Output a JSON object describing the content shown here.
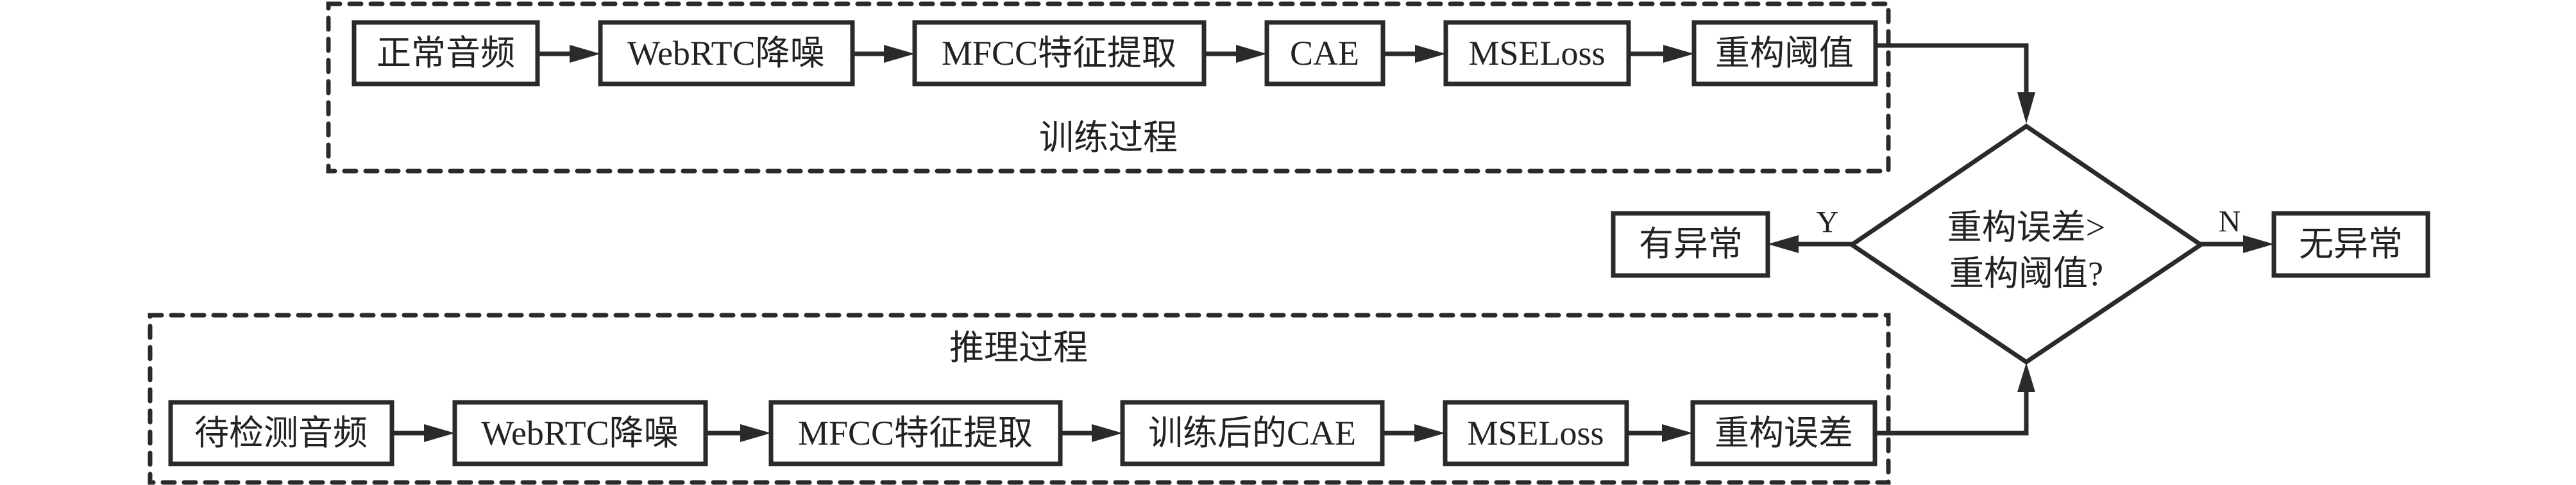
{
  "diagram": {
    "training": {
      "label": "训练过程",
      "steps": [
        "正常音频",
        "WebRTC降噪",
        "MFCC特征提取",
        "CAE",
        "MSELoss",
        "重构阈值"
      ]
    },
    "inference": {
      "label": "推理过程",
      "steps": [
        "待检测音频",
        "WebRTC降噪",
        "MFCC特征提取",
        "训练后的CAE",
        "MSELoss",
        "重构误差"
      ]
    },
    "decision": {
      "line1": "重构误差>",
      "line2": "重构阈值?"
    },
    "yes_label": "Y",
    "no_label": "N",
    "yes_result": "有异常",
    "no_result": "无异常"
  }
}
